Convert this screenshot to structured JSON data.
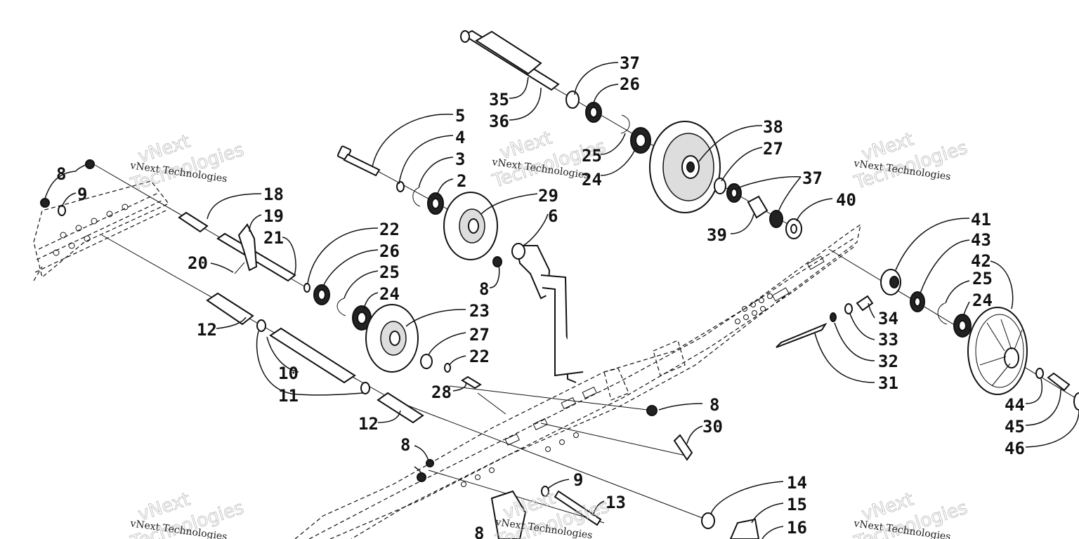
{
  "watermarks": [
    {
      "line1": "vNext Technologies",
      "line2": "vNext",
      "line3": "Technologies"
    },
    {
      "line1": "vNext Technologies",
      "line2": "vNext",
      "line3": "Technologies"
    },
    {
      "line1": "vNext Technologies",
      "line2": "vNext",
      "line3": "Technologies"
    },
    {
      "line1": "vNext Technologies",
      "line2": "vNext",
      "line3": "Technologies"
    },
    {
      "line1": "vNext Technologies",
      "line2": "vNext",
      "line3": "Technologies"
    },
    {
      "line1": "vNext Technologies",
      "line2": "vNext",
      "line3": "Technologies"
    }
  ],
  "callouts": [
    "2",
    "3",
    "4",
    "5",
    "6",
    "8",
    "8",
    "8",
    "8",
    "8",
    "9",
    "9",
    "10",
    "11",
    "12",
    "12",
    "13",
    "14",
    "15",
    "16",
    "18",
    "19",
    "20",
    "21",
    "22",
    "22",
    "23",
    "24",
    "24",
    "24",
    "25",
    "25",
    "25",
    "26",
    "26",
    "27",
    "27",
    "28",
    "29",
    "30",
    "31",
    "32",
    "33",
    "34",
    "35",
    "36",
    "37",
    "37",
    "38",
    "39",
    "40",
    "41",
    "42",
    "43",
    "44",
    "45",
    "46"
  ]
}
